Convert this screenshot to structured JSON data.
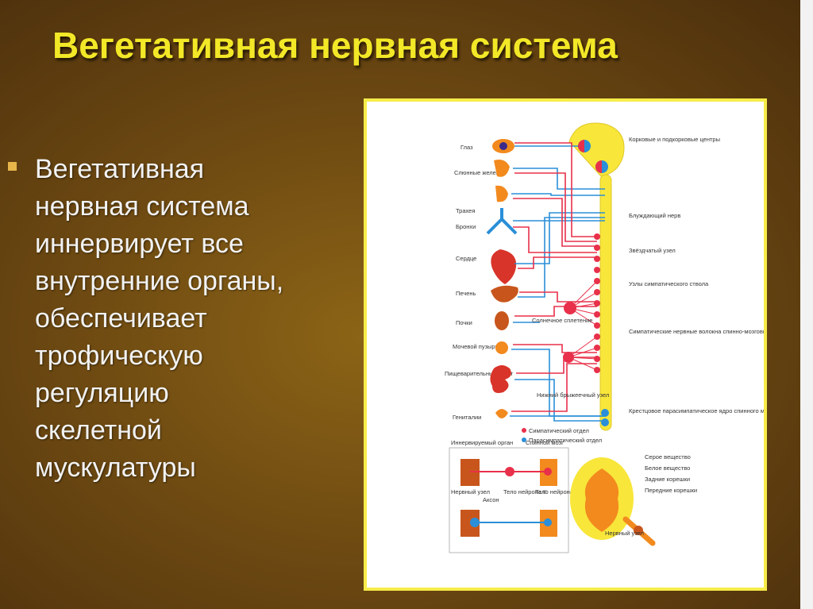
{
  "slide": {
    "title": "Вегетативная нервная система",
    "bullet_text": "Вегетативная\nнервная система\nиннервирует все\nвнутренние органы,\nобеспечивает\nтрофическую\nрегуляцию\nскелетной\nмускулатуры"
  },
  "diagram": {
    "organs": [
      "Глаз",
      "Слюнные железы",
      "Трахея",
      "Бронхи",
      "Сердце",
      "Печень",
      "Почки",
      "Мочевой пузырь",
      "Пищеварительный тракт",
      "Гениталии"
    ],
    "right_labels": [
      "Корковые и подкорковые центры",
      "Блуждающий нерв",
      "Звёздчатый узел",
      "Узлы симпатического ствола",
      "Симпатические нервные волокна спинно-мозговых нервов",
      "Крестцовое парасимпатическое ядро спинного мозга"
    ],
    "center_labels": [
      "Солнечное сплетение",
      "Нижний брыжеечный узел"
    ],
    "legend": {
      "sympathetic": "Симпатический отдел",
      "parasympathetic": "Парасимпатический отдел"
    },
    "bottom_left": {
      "organ": "Иннервируемый орган",
      "cord": "Спинной мозг",
      "ganglion": "Нервный узел",
      "axon": "Аксон",
      "neuron2": "Тело нейрона II",
      "neuron1": "Тело нейрона I"
    },
    "bottom_right": [
      "Серое вещество",
      "Белое вещество",
      "Задние корешки",
      "Передние корешки",
      "Нервный узел"
    ],
    "colors": {
      "sympathetic": "#e8304a",
      "parasympathetic": "#2a8fd8",
      "organ": "#f28a1e",
      "cord": "#f8e63a"
    }
  }
}
